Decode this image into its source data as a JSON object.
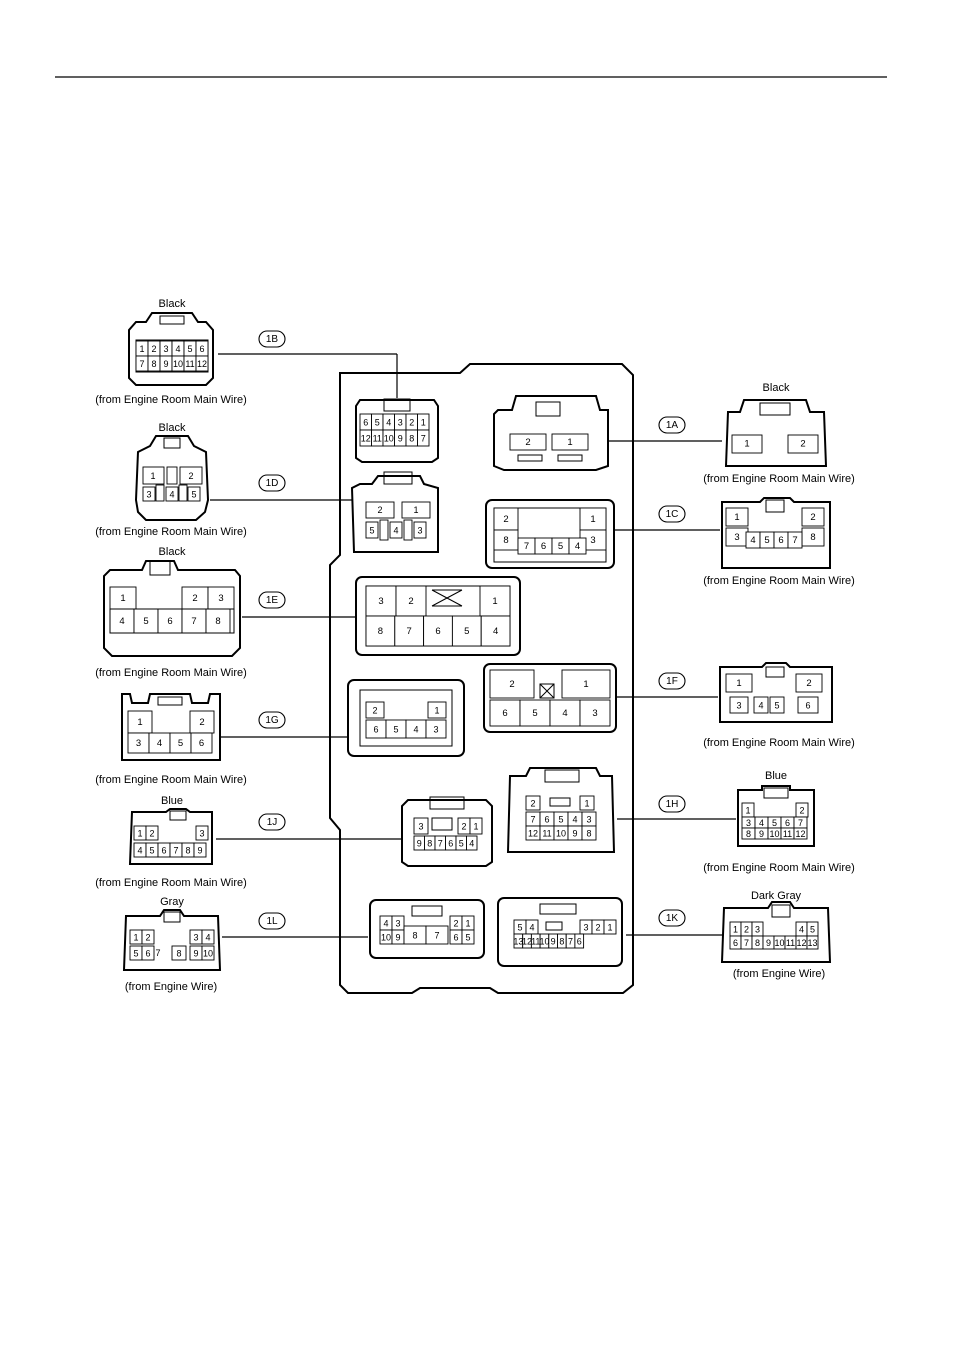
{
  "tags": {
    "t1A": "1A",
    "t1B": "1B",
    "t1C": "1C",
    "t1D": "1D",
    "t1E": "1E",
    "t1F": "1F",
    "t1G": "1G",
    "t1H": "1H",
    "t1J": "1J",
    "t1K": "1K",
    "t1L": "1L"
  },
  "colors": {
    "c1B": "Black",
    "c1D": "Black",
    "c1E": "Black",
    "c1A": "Black",
    "c1J": "Blue",
    "c1L": "Gray",
    "c1H": "Blue",
    "c1K": "Dark Gray"
  },
  "sources": {
    "main": "(from Engine Room Main Wire)",
    "engine": "(from Engine Wire)"
  },
  "pins": {
    "p1": "1",
    "p2": "2",
    "p3": "3",
    "p4": "4",
    "p5": "5",
    "p6": "6",
    "p7": "7",
    "p8": "8",
    "p9": "9",
    "p10": "10",
    "p11": "11",
    "p12": "12",
    "p13": "13"
  },
  "line_color": "#000000",
  "background": "#ffffff"
}
